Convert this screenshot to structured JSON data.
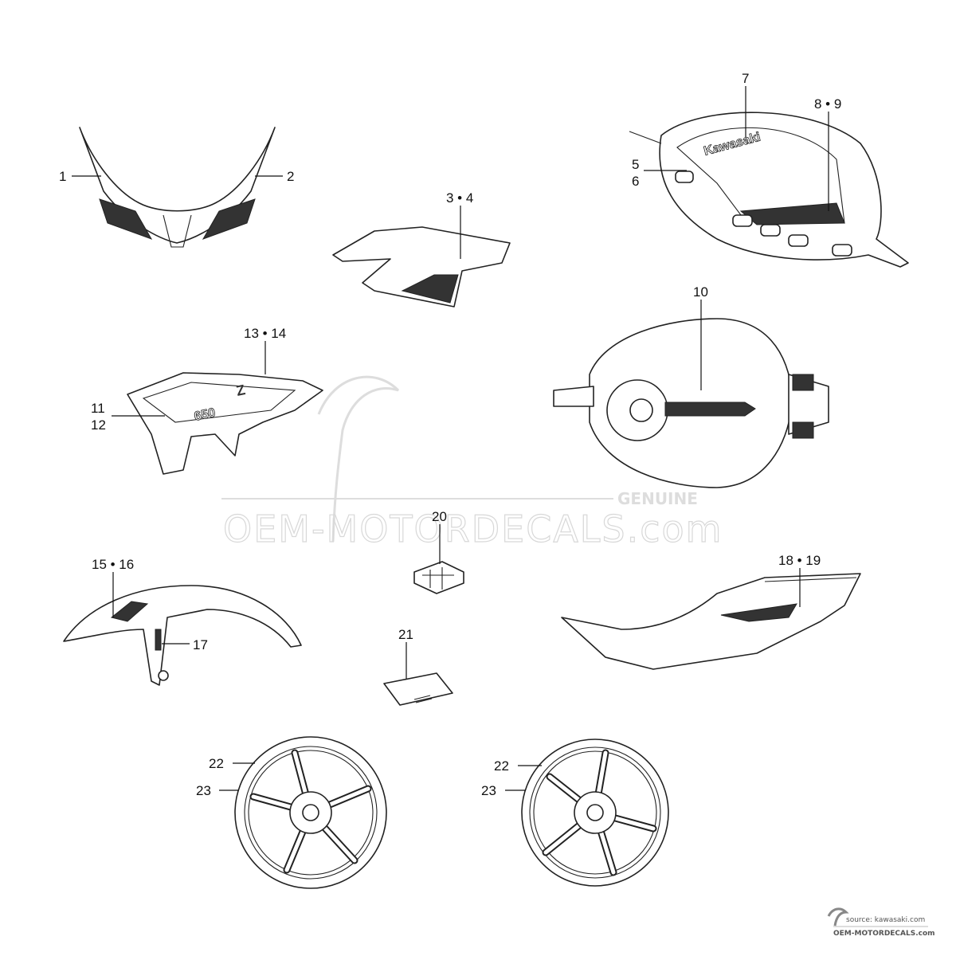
{
  "diagram": {
    "callouts": [
      "1",
      "2",
      "3 • 4",
      "5",
      "6",
      "7",
      "8 • 9",
      "10",
      "11",
      "12",
      "13 • 14",
      "15 • 16",
      "17",
      "18 • 19",
      "20",
      "21",
      "22",
      "23",
      "22",
      "23"
    ],
    "tank_logo_text": "Kawasaki",
    "shroud_logo_text": "650",
    "shroud_letter": "Z"
  },
  "watermark": {
    "text": "OEM-MOTORDECALS.com",
    "badge": "GENUINE"
  },
  "footer": {
    "source": "source: kawasaki.com",
    "site": "OEM-MOTORDECALS.com"
  }
}
